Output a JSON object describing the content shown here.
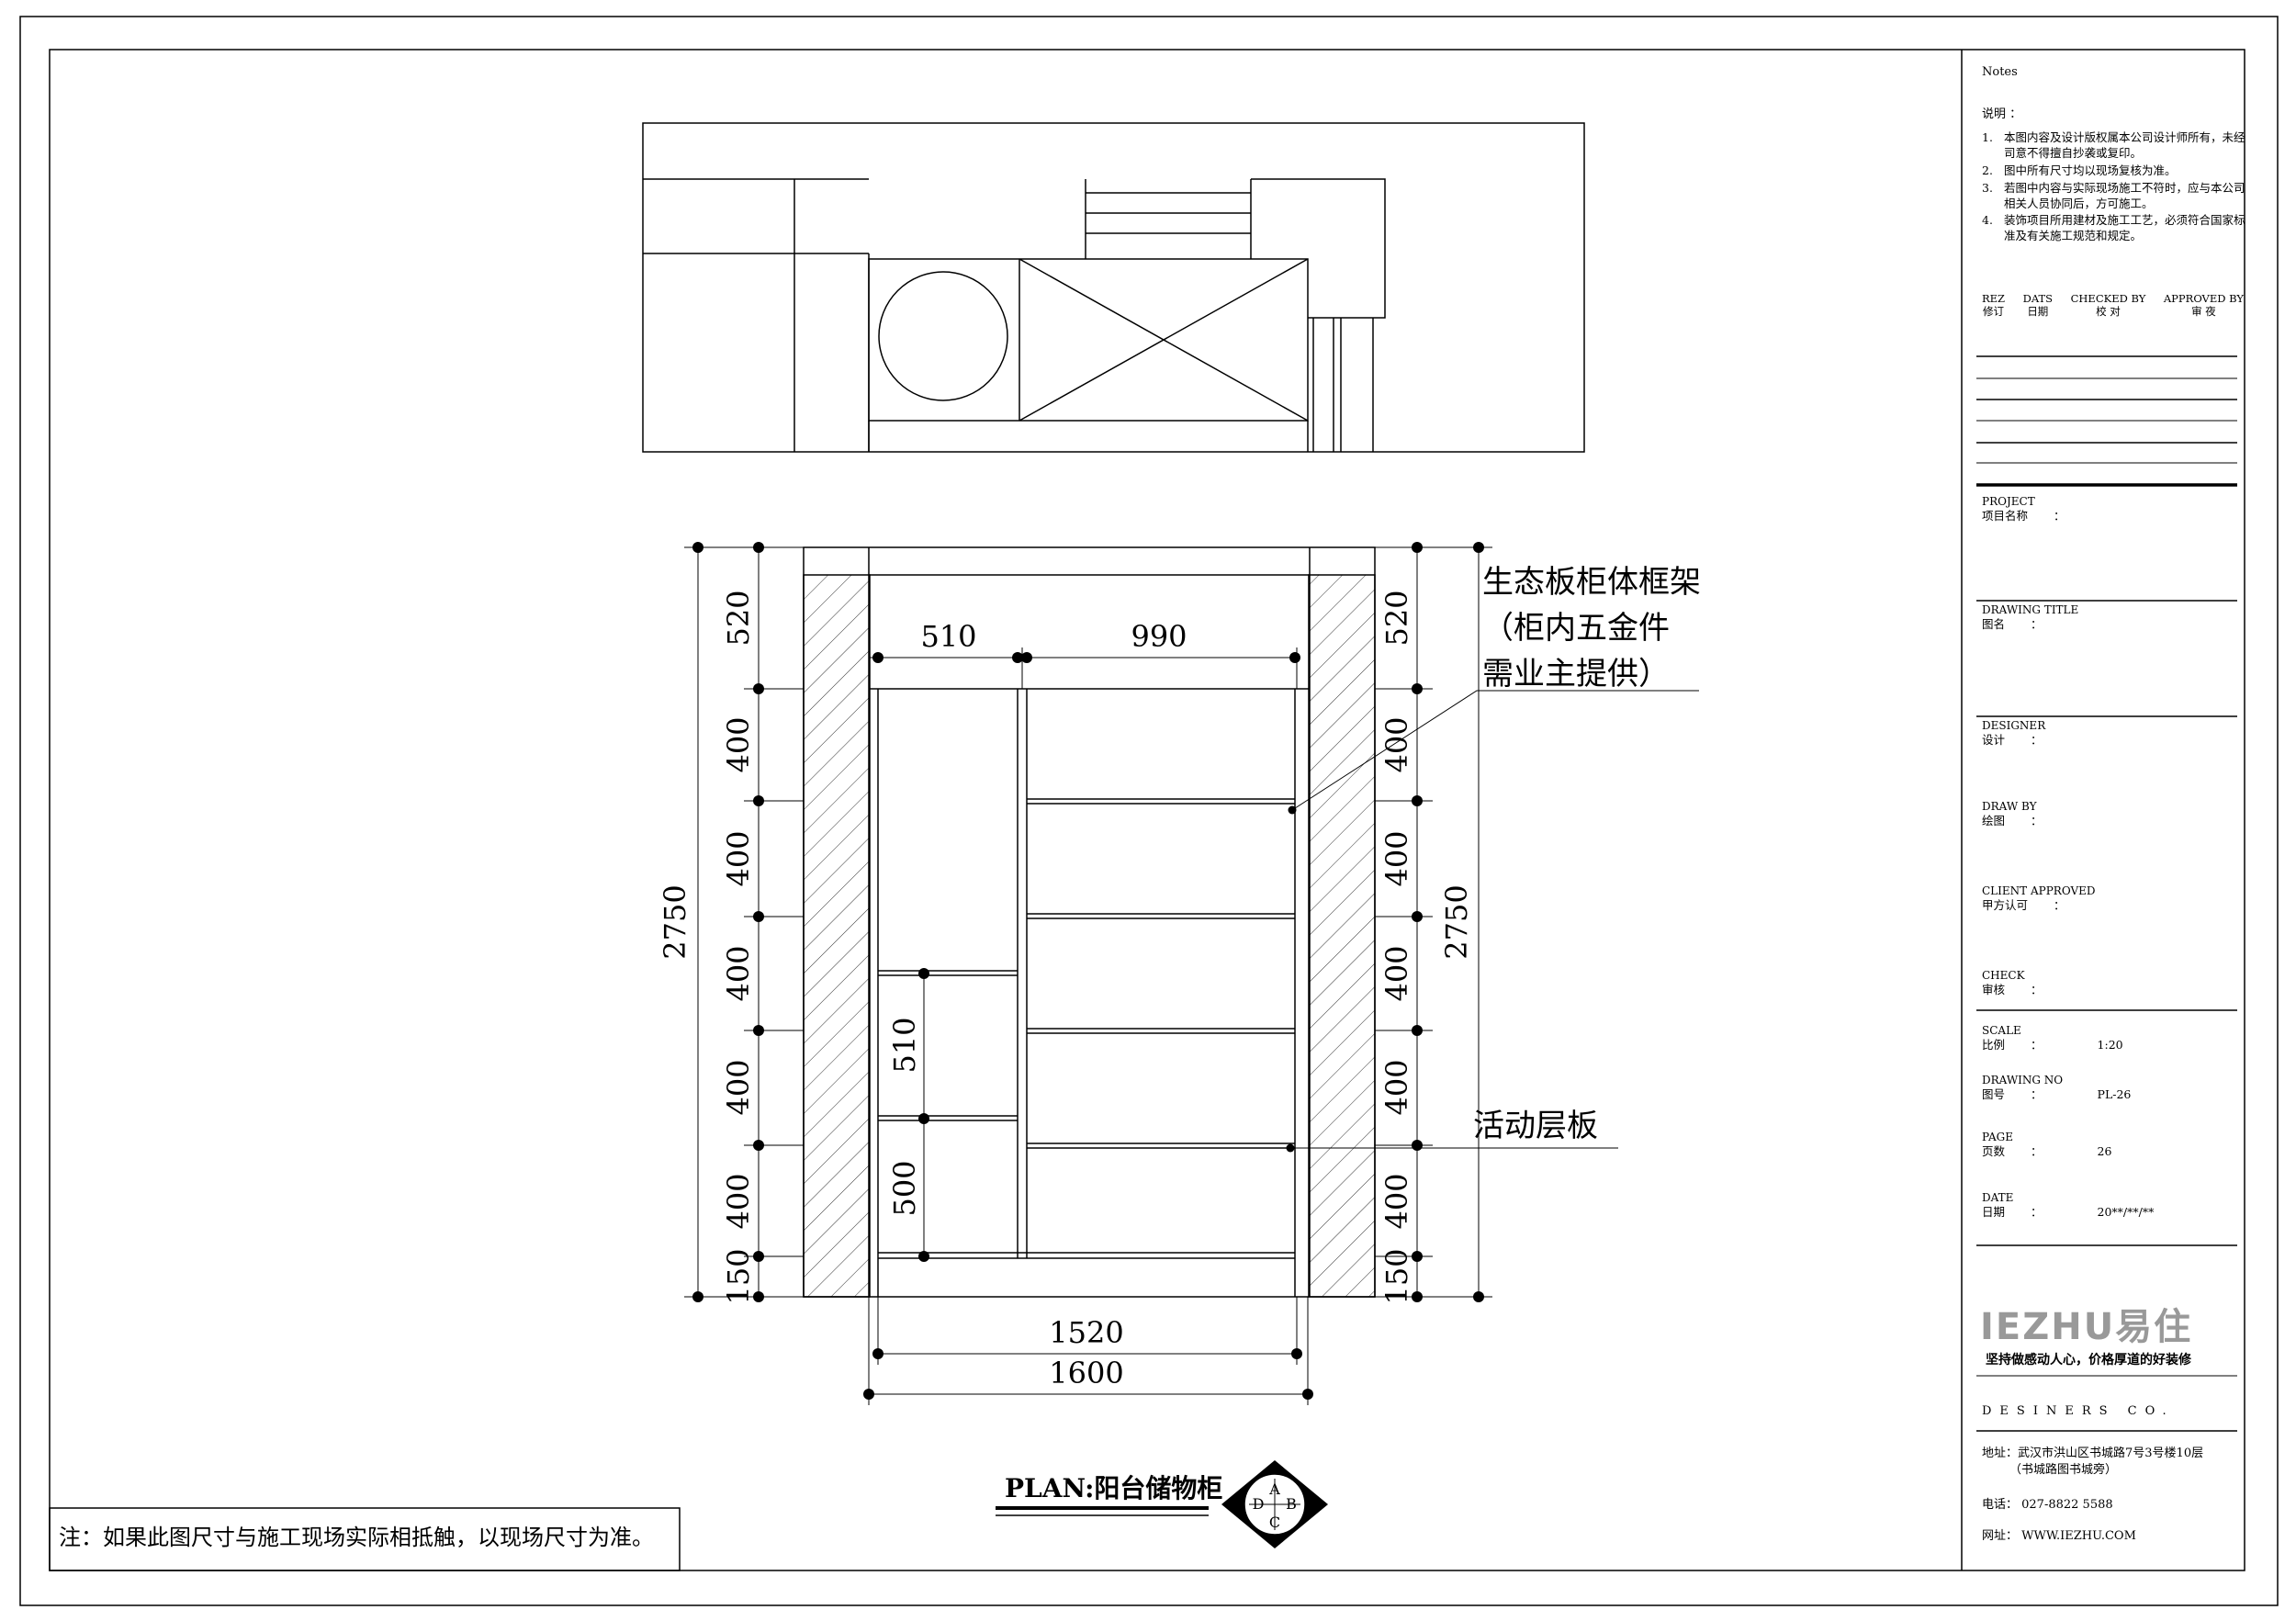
{
  "drawing": {
    "dims_left": [
      "520",
      "400",
      "400",
      "400",
      "400",
      "400",
      "150"
    ],
    "dims_right": [
      "520",
      "400",
      "400",
      "400",
      "400",
      "400",
      "150"
    ],
    "total_left": "2750",
    "total_right": "2750",
    "top_dims": [
      "510",
      "990"
    ],
    "inner_dims": [
      "510",
      "500"
    ],
    "bottom_dims": [
      "1520",
      "1600"
    ],
    "label_frame_lines": [
      "生态板柜体框架",
      "（柜内五金件",
      "需业主提供）"
    ],
    "label_shelf": "活动层板",
    "plan_title": "PLAN:阳台储物柜",
    "symbol_letters": [
      "A",
      "B",
      "C",
      "D"
    ]
  },
  "footnote": "注：如果此图尺寸与施工现场实际相抵触，以现场尺寸为准。",
  "title_block": {
    "notes_heading": "Notes",
    "notes_cn": "说明 ：",
    "notes": [
      {
        "no": "1.",
        "text": "本图内容及设计版权属本公司设计师所有，未经司意不得擅自抄袭或复印。"
      },
      {
        "no": "2.",
        "text": "图中所有尺寸均以现场复核为准。"
      },
      {
        "no": "3.",
        "text": "若图中内容与实际现场施工不符时，应与本公司相关人员协同后，方可施工。"
      },
      {
        "no": "4.",
        "text": "装饰项目所用建材及施工工艺，必须符合国家标准及有关施工规范和规定。"
      }
    ],
    "revision": [
      {
        "en": "REZ",
        "cn": "修订"
      },
      {
        "en": "DATS",
        "cn": "日期"
      },
      {
        "en": "CHECKED BY",
        "cn": "校 对"
      },
      {
        "en": "APPROVED BY",
        "cn": "审 夜"
      }
    ],
    "fields": [
      {
        "en": "PROJECT",
        "cn": "项目名称",
        "value": ""
      },
      {
        "en": "DRAWING TITLE",
        "cn": "图名",
        "value": ""
      },
      {
        "en": "DESIGNER",
        "cn": "设计",
        "value": ""
      },
      {
        "en": "DRAW BY",
        "cn": "绘图",
        "value": ""
      },
      {
        "en": "CLIENT APPROVED",
        "cn": "甲方认可",
        "value": ""
      },
      {
        "en": "CHECK",
        "cn": "审核",
        "value": ""
      },
      {
        "en": "SCALE",
        "cn": "比例",
        "value": "1:20"
      },
      {
        "en": "DRAWING NO",
        "cn": "图号",
        "value": "PL-26"
      },
      {
        "en": "PAGE",
        "cn": "页数",
        "value": "26"
      },
      {
        "en": "DATE",
        "cn": "日期",
        "value": "20**/**/**"
      }
    ],
    "logo_text": "IEZHU易住",
    "slogan": "坚持做感动人心，价格厚道的好装修",
    "company": "DESINERS CO.",
    "address_lines": [
      "地址：武汉市洪山区书城路7号3号楼10层",
      "（书城路图书城旁）"
    ],
    "phone": "电话： 027-8822 5588",
    "website": "网址： WWW.IEZHU.COM"
  }
}
